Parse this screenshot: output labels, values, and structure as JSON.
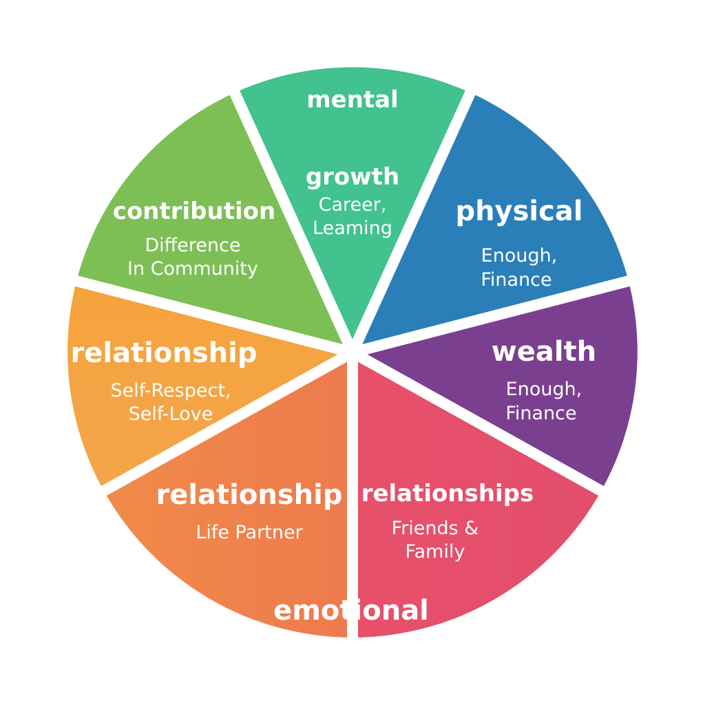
{
  "wheel": {
    "segments": [
      {
        "title": "mental",
        "subtitle": [],
        "color": "#41c28e"
      },
      {
        "title": "growth",
        "subtitle": [
          "Career,",
          "Leaming"
        ],
        "color": "#41c28e"
      },
      {
        "title": "physical",
        "subtitle": [
          "Enough,",
          "Finance"
        ],
        "color": "#2a7fb8"
      },
      {
        "title": "wealth",
        "subtitle": [
          "Enough,",
          "Finance"
        ],
        "color": "#7b3f8f"
      },
      {
        "title": "relationships",
        "subtitle": [
          "Friends &",
          "Family"
        ],
        "color": "#e6526a"
      },
      {
        "title": "emotional",
        "subtitle": [],
        "color": "#e6526a"
      },
      {
        "title": "relationship",
        "subtitle": [
          "Life Partner"
        ],
        "color": "#ef8148"
      },
      {
        "title": "relationship",
        "subtitle": [
          "Self-Respect,",
          "Self-Love"
        ],
        "color": "#f4a23e"
      },
      {
        "title": "contribution",
        "subtitle": [
          "Difference",
          "In Community"
        ],
        "color": "#7dbf55"
      }
    ]
  }
}
